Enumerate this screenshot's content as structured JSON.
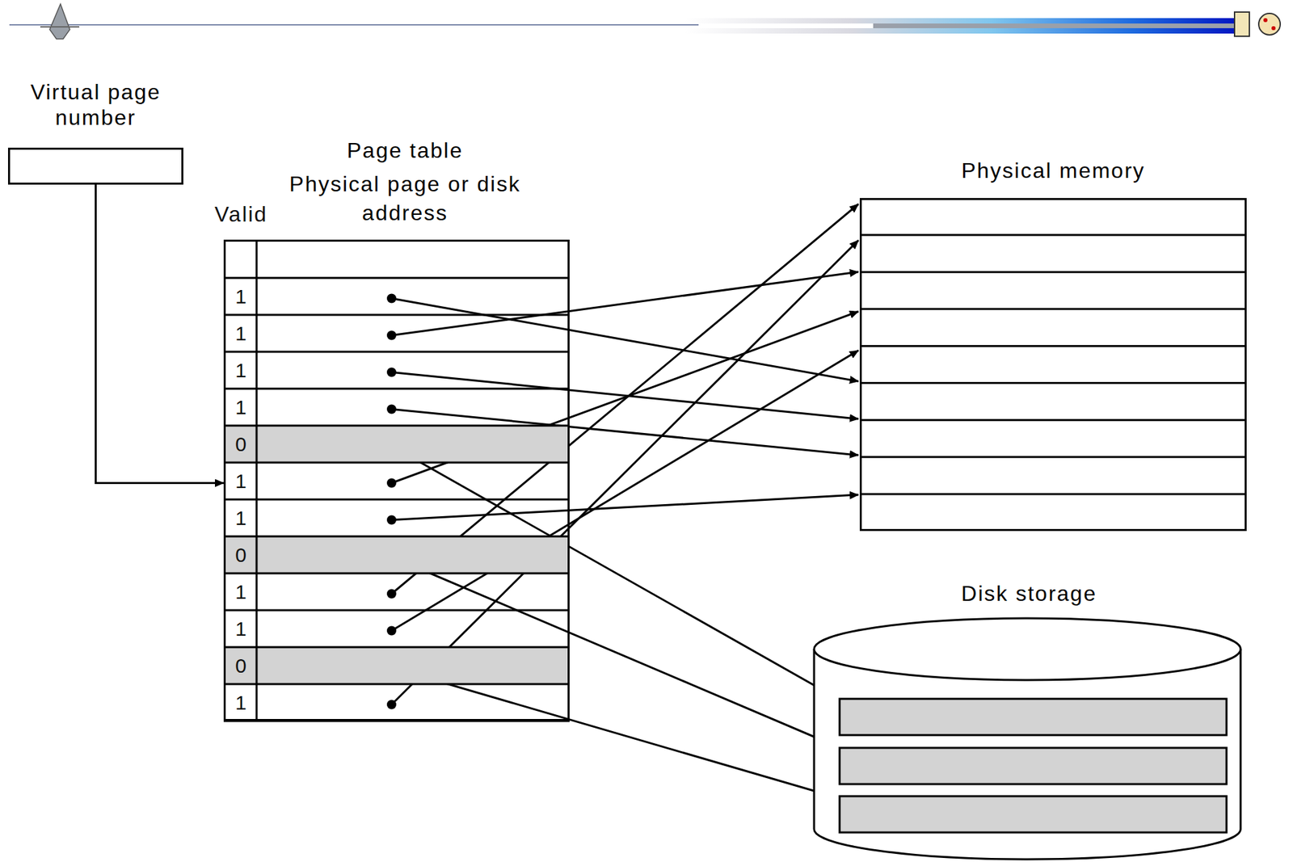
{
  "diagram": {
    "nodes": [
      {
        "text": [
          "Virtual page number"
        ]
      },
      {
        "text": [
          "Page table",
          "Physical page or disk address"
        ]
      },
      {
        "text": [
          "Physical memory"
        ]
      },
      {
        "text": [
          "Disk storage"
        ]
      }
    ],
    "edges": [
      {
        "from": 0,
        "to": 1,
        "arrow": "to"
      },
      {
        "from": 1,
        "to": 2,
        "arrow": "to"
      },
      {
        "from": 1,
        "to": 2,
        "arrow": "to"
      },
      {
        "from": 1,
        "to": 2,
        "arrow": "to"
      },
      {
        "from": 1,
        "to": 2,
        "arrow": "to"
      },
      {
        "from": 1,
        "to": 3,
        "arrow": "to"
      },
      {
        "from": 1,
        "to": 2,
        "arrow": "to"
      },
      {
        "from": 1,
        "to": 2,
        "arrow": "to"
      },
      {
        "from": 1,
        "to": 3,
        "arrow": "to"
      },
      {
        "from": 1,
        "to": 2,
        "arrow": "to"
      },
      {
        "from": 1,
        "to": 2,
        "arrow": "to"
      },
      {
        "from": 1,
        "to": 3,
        "arrow": "to"
      },
      {
        "from": 1,
        "to": 2,
        "arrow": "to"
      }
    ],
    "labels": [
      "Valid",
      "1",
      "1",
      "1",
      "1",
      "0",
      "1",
      "1",
      "0",
      "1",
      "1",
      "0",
      "1"
    ]
  }
}
